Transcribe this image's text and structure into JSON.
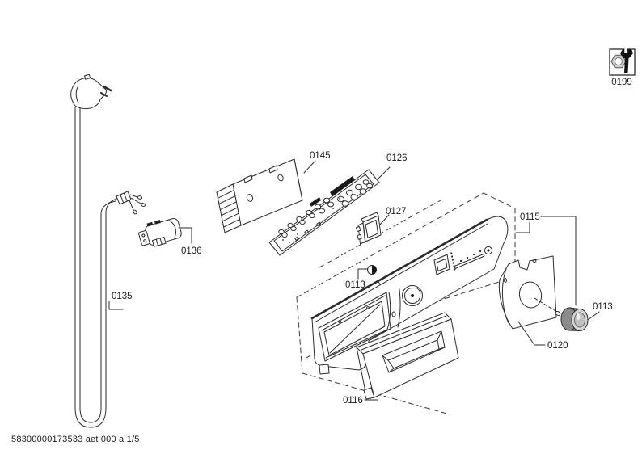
{
  "page": {
    "footer_code": "58300000173533 aet 000 a 1/5",
    "background": "#ffffff",
    "ink": "#2b2b2b"
  },
  "legend": {
    "service_icon_label": "0199"
  },
  "parts": {
    "power_cord": {
      "label": "0135"
    },
    "suppressor": {
      "label": "0136"
    },
    "module_cover": {
      "label": "0145"
    },
    "pcb": {
      "label": "0126"
    },
    "module": {
      "label": "0127"
    },
    "push_button": {
      "label": "0113"
    },
    "control_panel": {
      "label": "0115"
    },
    "rotary_knob": {
      "label": "0113"
    },
    "panel_end_cap": {
      "label": "0120"
    },
    "detergent_drawer": {
      "label": "0116"
    }
  },
  "colors": {
    "knob_body": "#8c8c8c",
    "knob_face": "#d6d6d6",
    "bolt_fill": "#cfcfcf"
  }
}
